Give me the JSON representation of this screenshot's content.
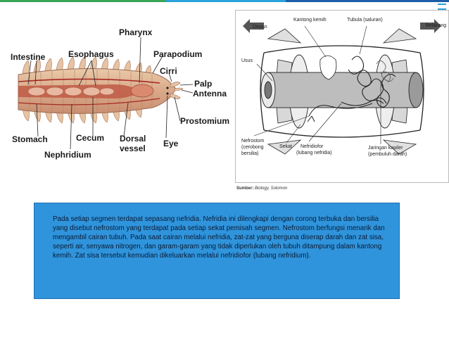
{
  "colors": {
    "accent": "#2aa3dc",
    "box_fill": "#2f94dc",
    "box_text": "#0b1b35",
    "worm_red": "#b53a34"
  },
  "worm_labels": {
    "pharynx": "Pharynx",
    "intestine": "Intestine",
    "esophagus": "Esophagus",
    "parapodium": "Parapodium",
    "cirri": "Cirri",
    "palp": "Palp",
    "antenna": "Antenna",
    "prostomium": "Prostomium",
    "stomach": "Stomach",
    "cecum": "Cecum",
    "dorsal_vessel_line1": "Dorsal",
    "dorsal_vessel_line2": "vessel",
    "eye": "Eye",
    "nephridium": "Nephridium"
  },
  "nephridia_labels": {
    "depan": "Depan",
    "belakang": "Belakang",
    "kantong_kemih": "Kantong kemih",
    "tubula": "Tubula (saluran)",
    "usus": "Usus",
    "nefrostom_1": "Nefrostom",
    "nefrostom_2": "(cerobong",
    "nefrostom_3": "bersilia)",
    "sekat": "Sekat",
    "nefridiofor_1": "Nefridiofor",
    "nefridiofor_2": "(lubang nefridia)",
    "jaringan_1": "Jaringan kapiler",
    "jaringan_2": "(pembuluh darah)"
  },
  "source": {
    "prefix": "Sumber:",
    "text": "Biology, Solomon"
  },
  "paragraph": "Pada setiap segmen terdapat sepasang nefridia. Nefridia ini dilengkapi dengan corong terbuka dan bersilia yang disebut nefrostom yang terdapat pada setiap sekat pemisah segmen. Nefrostom berfungsi menarik dan mengambil cairan tubuh. Pada saat cairan melalui nefridia, zat-zat yang berguna diserap darah dan zat sisa, seperti air, senyawa nitrogen, dan garam-garam yang tidak diperlukan oleh tubuh ditampung dalam kantong kemih. Zat sisa tersebut kemudian dikeluarkan melalui nefridiofor (lubang nefridium)."
}
